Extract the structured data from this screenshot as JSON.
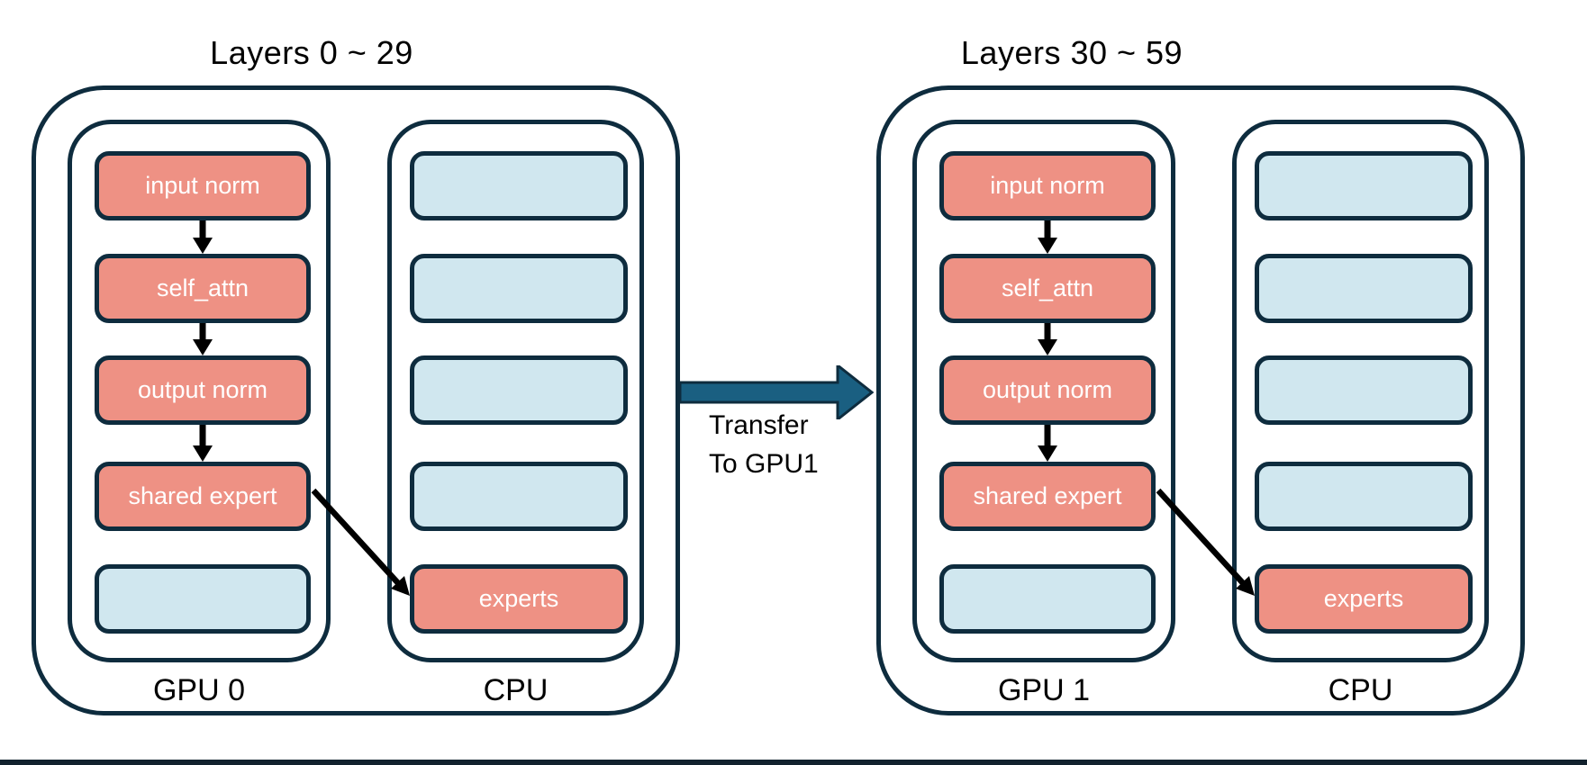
{
  "colors": {
    "canvas-bg": "#ffffff",
    "border-navy": "#0e2c3e",
    "block-salmon": "#ee9184",
    "block-lightblue": "#d0e7ef",
    "block-text": "#ffffff",
    "flow-arrow-black": "#000000",
    "transfer-arrow-fill": "#1a5f81",
    "label-text": "#000000",
    "bottom-bar": "#12222e"
  },
  "transfer": {
    "line1": "Transfer",
    "line2": "To GPU1"
  },
  "groups": [
    {
      "title": "Layers 0 ~ 29",
      "gpu": {
        "label": "GPU 0",
        "blocks": [
          {
            "label": "input norm"
          },
          {
            "label": "self_attn"
          },
          {
            "label": "output norm"
          },
          {
            "label": "shared expert"
          },
          {
            "label": ""
          }
        ]
      },
      "cpu": {
        "label": "CPU",
        "blocks": [
          {
            "label": ""
          },
          {
            "label": ""
          },
          {
            "label": ""
          },
          {
            "label": ""
          },
          {
            "label": "experts"
          }
        ]
      }
    },
    {
      "title": "Layers 30 ~ 59",
      "gpu": {
        "label": "GPU 1",
        "blocks": [
          {
            "label": "input norm"
          },
          {
            "label": "self_attn"
          },
          {
            "label": "output norm"
          },
          {
            "label": "shared expert"
          },
          {
            "label": ""
          }
        ]
      },
      "cpu": {
        "label": "CPU",
        "blocks": [
          {
            "label": ""
          },
          {
            "label": ""
          },
          {
            "label": ""
          },
          {
            "label": ""
          },
          {
            "label": "experts"
          }
        ]
      }
    }
  ]
}
